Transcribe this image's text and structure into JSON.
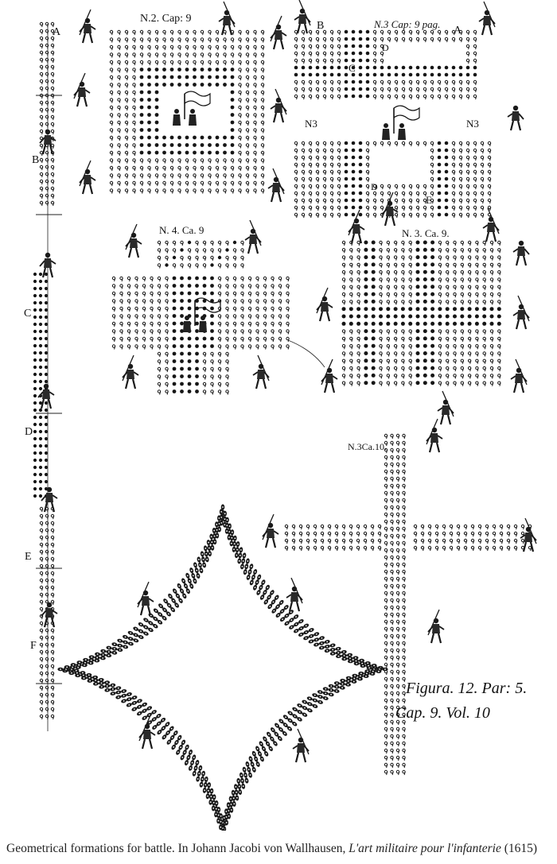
{
  "plate": {
    "labels": {
      "n2": "N.2. Cap: 9",
      "n3top": "N.3 Cap: 9 pag.",
      "a1": "A",
      "a2": "A",
      "b1": "B",
      "b2": "B",
      "c1": "C",
      "c2": "C",
      "d1": "D",
      "d2": "D",
      "d3": "D",
      "e1": "E",
      "e2": "E",
      "f1": "F",
      "n3a": "N3",
      "n3b": "N3",
      "n4": "N. 4. Ca. 9",
      "n3ca9": "N. 3. Ca. 9.",
      "n3ca10": "N.3Ca.10.",
      "figura1": "Figura. 12. Par: 5.",
      "figura2": "Cap. 9. Vol. 10"
    }
  },
  "caption": {
    "text": "Geometrical formations for battle. In Johann Jacobi von Wallhausen,",
    "title": "L'art militaire pour l'infanterie",
    "year": "(1615)"
  }
}
